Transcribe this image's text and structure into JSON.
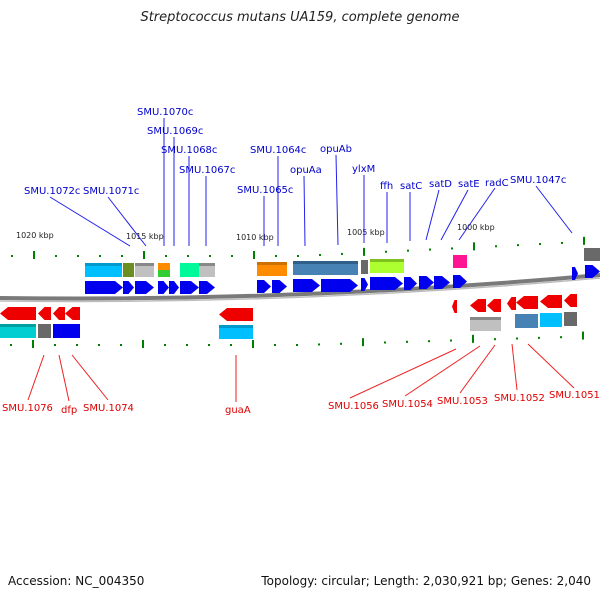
{
  "title": "Streptococcus mutans UA159, complete genome",
  "footer": {
    "accession": "Accession: NC_004350",
    "summary": "Topology: circular; Length: 2,030,921 bp; Genes: 2,040"
  },
  "colors": {
    "forward_gene": "#0000ee",
    "reverse_gene": "#ee0000",
    "forward_label": "#0000cc",
    "reverse_label": "#dd0000",
    "tick": "#008000",
    "backbone": "#808080"
  },
  "ticks": [
    {
      "label": "1020 kbp"
    },
    {
      "label": "1015 kbp"
    },
    {
      "label": "1010 kbp"
    },
    {
      "label": "1005 kbp"
    },
    {
      "label": "1000 kbp"
    }
  ],
  "forward_labels": [
    {
      "text": "SMU.1072c"
    },
    {
      "text": "SMU.1071c"
    },
    {
      "text": "SMU.1070c"
    },
    {
      "text": "SMU.1069c"
    },
    {
      "text": "SMU.1068c"
    },
    {
      "text": "SMU.1067c"
    },
    {
      "text": "SMU.1065c"
    },
    {
      "text": "SMU.1064c"
    },
    {
      "text": "opuAa"
    },
    {
      "text": "opuAb"
    },
    {
      "text": "ylxM"
    },
    {
      "text": "ffh"
    },
    {
      "text": "satC"
    },
    {
      "text": "satD"
    },
    {
      "text": "satE"
    },
    {
      "text": "radC"
    },
    {
      "text": "SMU.1047c"
    }
  ],
  "reverse_labels": [
    {
      "text": "SMU.1076"
    },
    {
      "text": "dfp"
    },
    {
      "text": "SMU.1074"
    },
    {
      "text": "guaA"
    },
    {
      "text": "SMU.1056"
    },
    {
      "text": "SMU.1054"
    },
    {
      "text": "SMU.1053"
    },
    {
      "text": "SMU.1052"
    },
    {
      "text": "SMU.1051"
    }
  ]
}
